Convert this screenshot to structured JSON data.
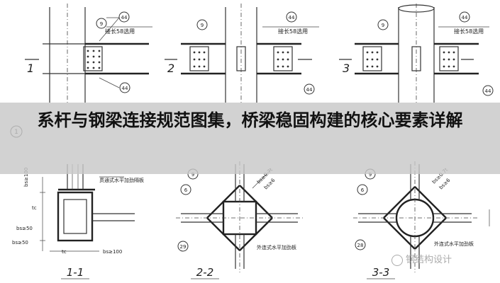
{
  "title": "系杆与钢梁连接规范图集，桥梁稳固构建的核心要素详解",
  "watermark": "钢结构设计",
  "colors": {
    "overlay": "#c8c8c8",
    "line": "#333333"
  },
  "top_details": [
    {
      "section_no": "1",
      "note": "接长58选用",
      "bubbles": [
        "9",
        "44",
        "44"
      ]
    },
    {
      "section_no": "2",
      "note": "接长58选用",
      "bubbles": [
        "9",
        "44",
        "44"
      ]
    },
    {
      "section_no": "3",
      "note": "接长58选用",
      "bubbles": [
        "9",
        "44",
        "44"
      ]
    }
  ],
  "middle_left_bubble": "1",
  "sections": [
    {
      "label": "1-1",
      "note_top": "贯通式水平加劲隔板",
      "dim_bs_top": "bs≥100",
      "dim_tc": "tc",
      "dim_bs_left": "bs≥50",
      "dim_bottom": "bs≥50",
      "dim_bottom_tc": "tc",
      "dim_bottom_right": "bs≥100"
    },
    {
      "label": "2-2",
      "bubble_top": "9",
      "bubble_mid": "6",
      "bubble_bottom": "29",
      "note_bottom": "外连式水平加劲板",
      "dims": [
        "bs≥0.7t",
        "bs≥6"
      ]
    },
    {
      "label": "3-3",
      "bubble_top": "9",
      "bubble_mid": "6",
      "bubble_bottom": "28",
      "note_bottom": "外连式水平加劲板",
      "dims": [
        "bs≥0.7t",
        "bs≥6"
      ]
    }
  ]
}
